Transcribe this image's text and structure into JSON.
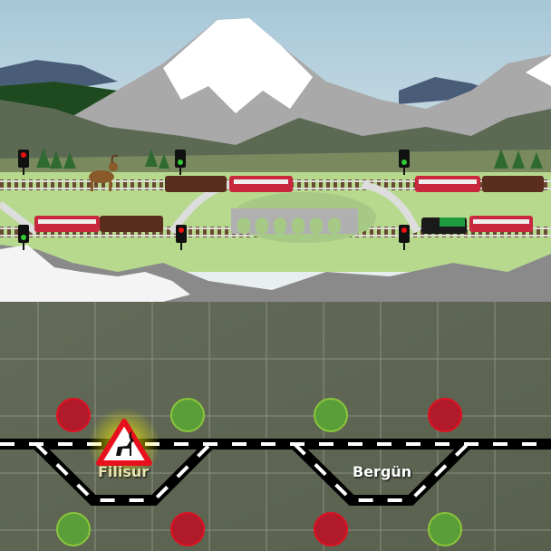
{
  "scene": {
    "colors": {
      "sky_top": "#a9c9da",
      "sky_bottom": "#e6eef0",
      "grass": "#b9dc8e",
      "train_red": "#c8283e",
      "loco_brown": "#5a2e1e",
      "steam_loco_green": "#1f9a3c"
    },
    "signals_top": [
      "red",
      "green",
      "green"
    ],
    "signals_bottom": [
      "green",
      "red",
      "red"
    ]
  },
  "panel": {
    "stations": [
      {
        "name": "Filisur",
        "warning": "ibex-warning-icon"
      },
      {
        "name": "Bergün"
      }
    ],
    "signal_buttons_top": [
      "red",
      "green",
      "green",
      "red"
    ],
    "signal_buttons_bottom": [
      "green",
      "red",
      "red",
      "green"
    ],
    "colors": {
      "red": "#b01a2a",
      "green": "#5a9e3a",
      "warning_red": "#e8101c",
      "glow": "#f5f000"
    }
  }
}
